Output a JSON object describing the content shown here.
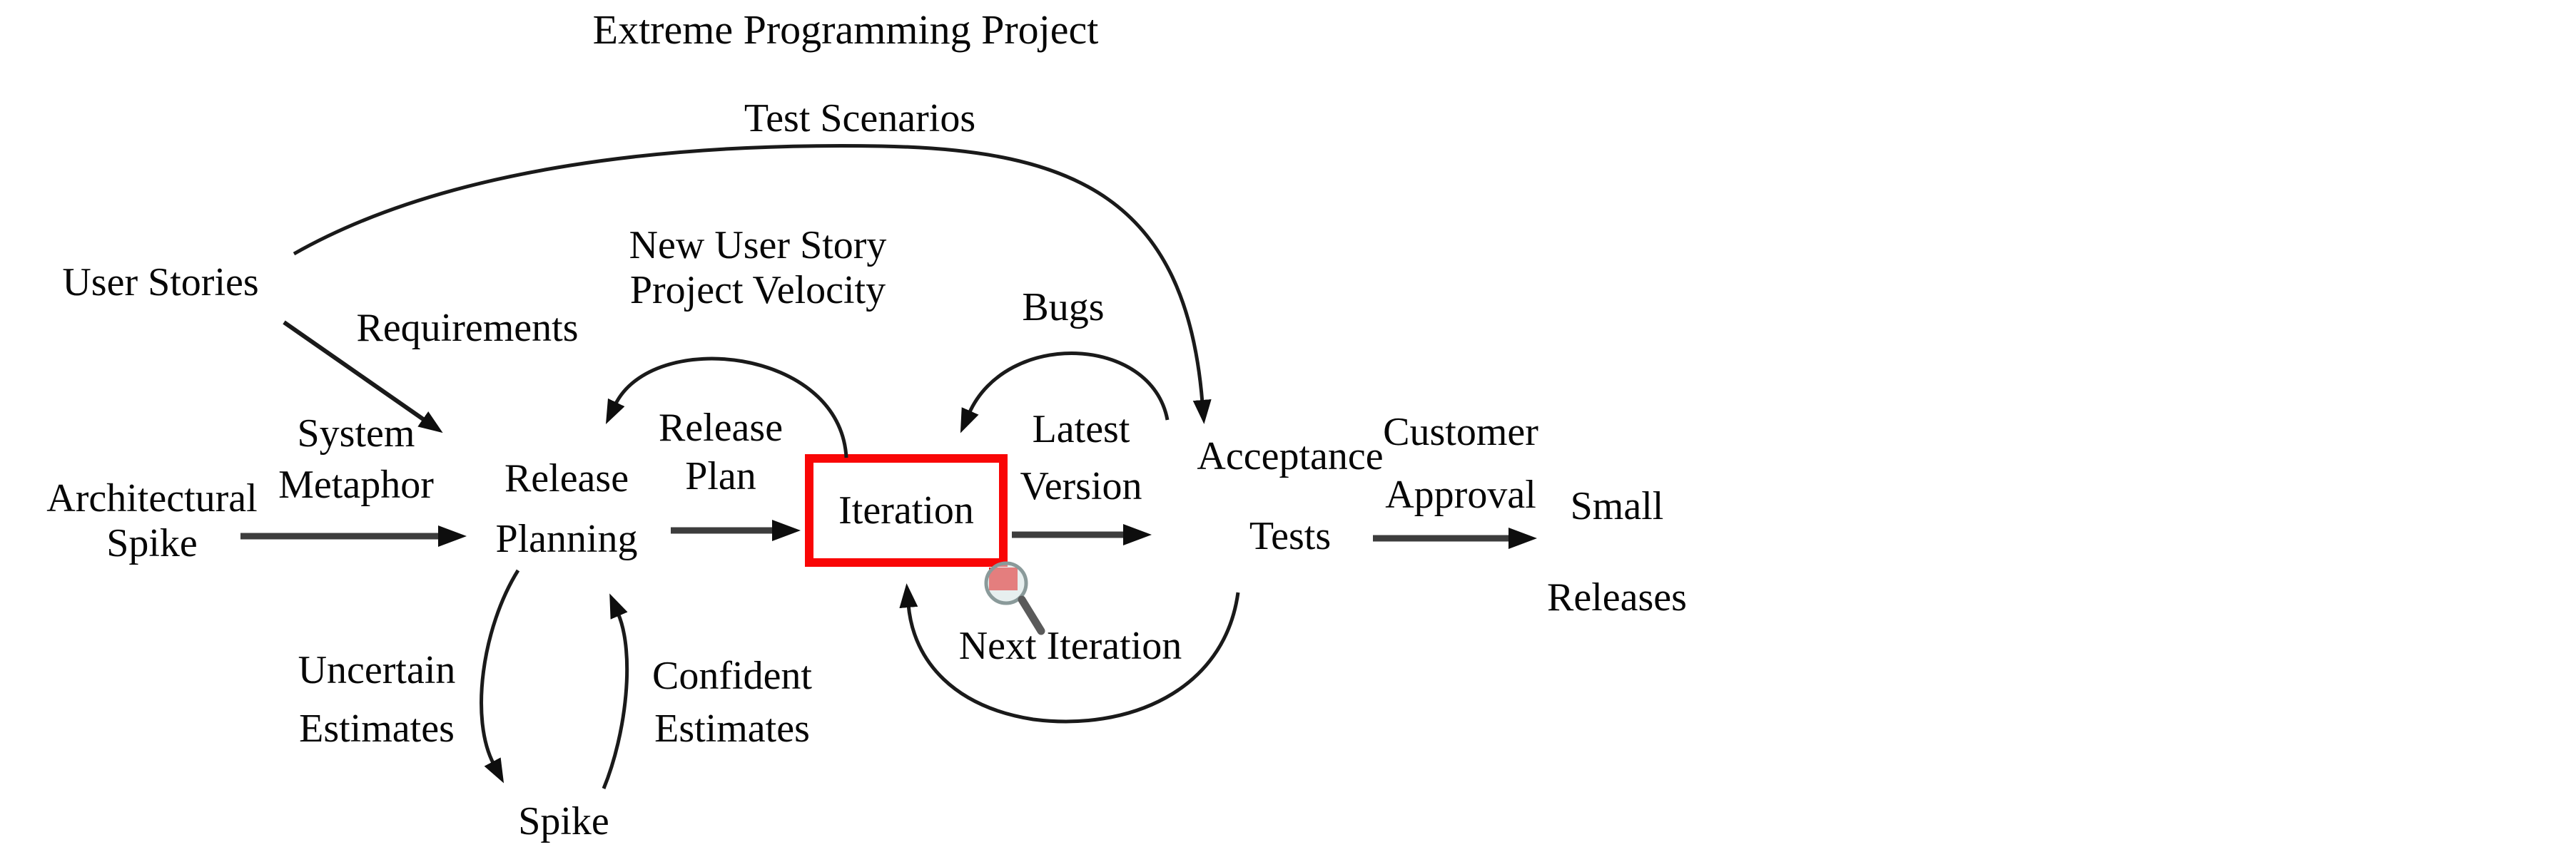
{
  "diagram": {
    "title": "Extreme Programming Project",
    "labels": {
      "test_scenarios": "Test Scenarios",
      "user_stories": "User Stories",
      "requirements": "Requirements",
      "new_user_story": "New User Story\nProject Velocity",
      "bugs": "Bugs",
      "system_metaphor": "System\nMetaphor",
      "architectural_spike": "Architectural\nSpike",
      "release_planning": "Release\nPlanning",
      "release_plan": "Release\nPlan",
      "iteration": "Iteration",
      "latest_version": "Latest\nVersion",
      "acceptance_tests": "Acceptance\nTests",
      "customer_approval": "Customer\nApproval",
      "small_releases": "Small\nReleases",
      "uncertain_estimates": "Uncertain\nEstimates",
      "confident_estimates": "Confident\nEstimates",
      "spike": "Spike",
      "next_iteration": "Next Iteration"
    },
    "colors": {
      "highlight_box": "#f90606",
      "line": "#1a1a1a",
      "background": "#ffffff"
    }
  }
}
